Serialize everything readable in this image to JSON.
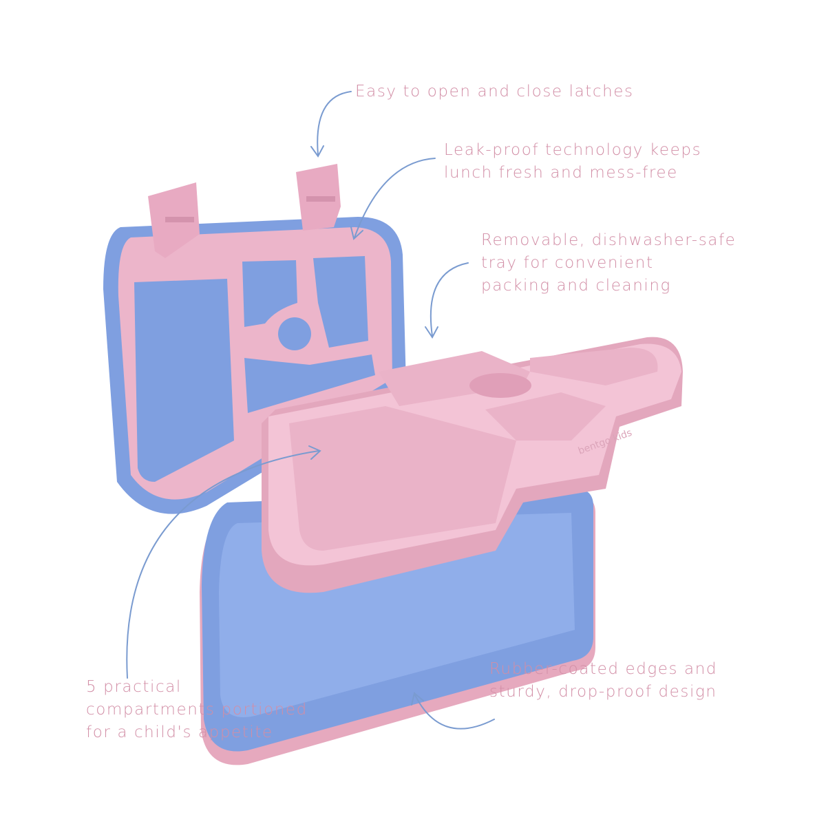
{
  "product": {
    "brand_mark": "bentgo kids",
    "colors": {
      "text": "#d28ea6",
      "arrow": "#7a9bd0",
      "box_blue": "#7f9fe0",
      "tray_pink": "#f0bdd0"
    }
  },
  "callouts": {
    "latches": [
      "Easy to open and close latches"
    ],
    "leakproof": [
      "Leak-proof technology keeps",
      "lunch fresh and mess-free"
    ],
    "tray": [
      "Removable, dishwasher-safe",
      "tray for convenient",
      "packing and cleaning"
    ],
    "edges": [
      "Rubber-coated edges and",
      "sturdy, drop-proof design"
    ],
    "compartments": [
      "5 practical",
      "compartments portioned",
      "for a child's appetite"
    ]
  }
}
